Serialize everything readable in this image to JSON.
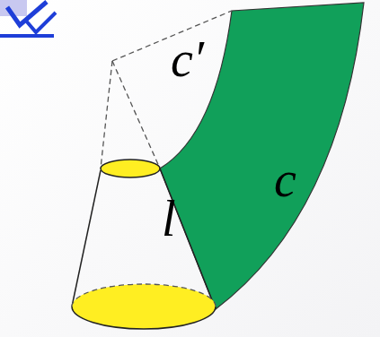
{
  "diagram": {
    "labels": [
      "c′",
      "c",
      "l"
    ]
  }
}
